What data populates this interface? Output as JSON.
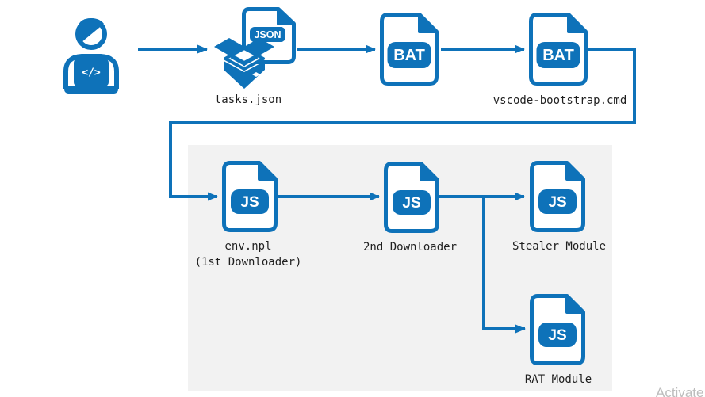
{
  "colors": {
    "accent": "#0E72B9",
    "panel_background": "#F2F2F2",
    "label_text": "#1F1F1F",
    "watermark_text": "#BDBDBD"
  },
  "nodes": {
    "developer": {
      "icon": "developer-at-laptop-icon",
      "laptop_glyph": "</>"
    },
    "package": {
      "icon": "open-box-icon",
      "file_icon": "json-file-icon",
      "badge": "JSON",
      "label": "tasks.json"
    },
    "bat_dropper": {
      "icon": "bat-file-icon",
      "badge": "BAT"
    },
    "bootstrap": {
      "icon": "bat-file-icon",
      "badge": "BAT",
      "label": "vscode-bootstrap.cmd"
    },
    "downloader1": {
      "icon": "js-file-icon",
      "badge": "JS",
      "label_line1": "env.npl",
      "label_line2": "(1st Downloader)"
    },
    "downloader2": {
      "icon": "js-file-icon",
      "badge": "JS",
      "label": "2nd Downloader"
    },
    "stealer": {
      "icon": "js-file-icon",
      "badge": "JS",
      "label": "Stealer Module"
    },
    "rat": {
      "icon": "js-file-icon",
      "badge": "JS",
      "label": "RAT Module"
    }
  },
  "edges": [
    {
      "from": "developer",
      "to": "tasks.json"
    },
    {
      "from": "tasks.json",
      "to": "bat-file"
    },
    {
      "from": "bat-file",
      "to": "vscode-bootstrap.cmd"
    },
    {
      "from": "vscode-bootstrap.cmd",
      "to": "env.npl (1st Downloader)"
    },
    {
      "from": "env.npl (1st Downloader)",
      "to": "2nd Downloader"
    },
    {
      "from": "2nd Downloader",
      "to": "Stealer Module"
    },
    {
      "from": "2nd Downloader",
      "to": "RAT Module"
    }
  ],
  "watermark": {
    "text": "Activate"
  }
}
